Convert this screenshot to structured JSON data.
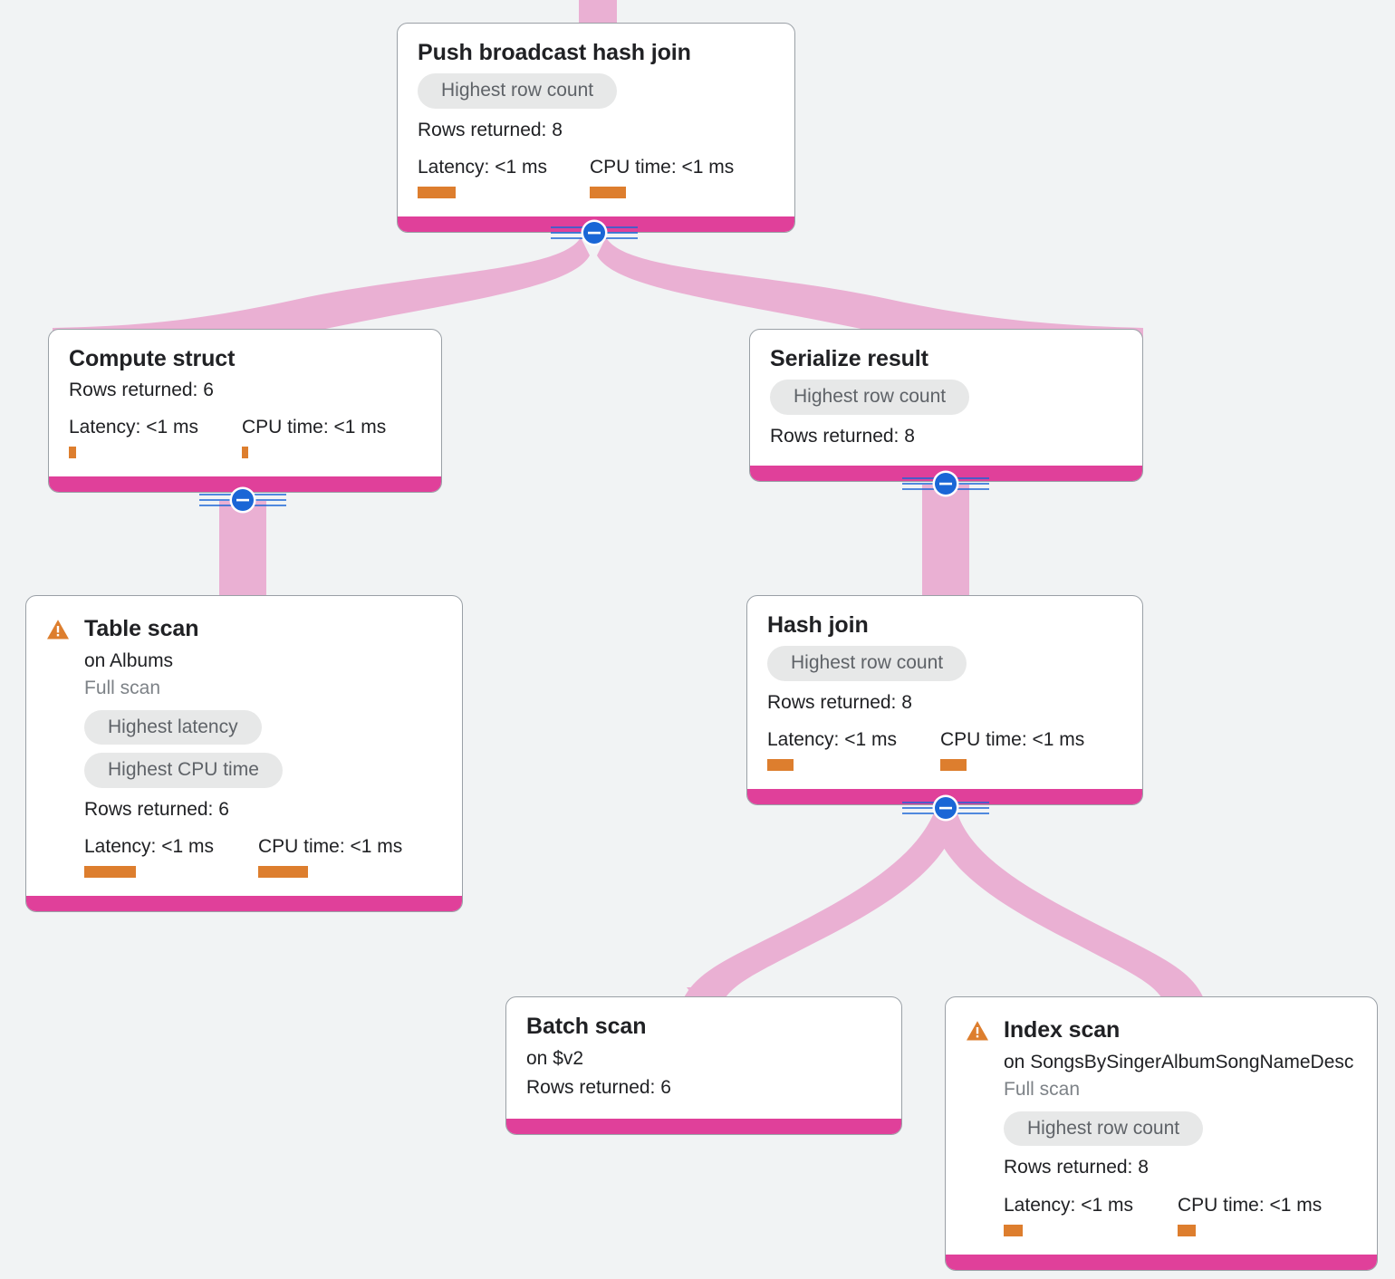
{
  "canvas": {
    "background_color": "#f1f3f4",
    "edge_color": "#eab0d3",
    "node_bar_color": "#e0409a",
    "metric_bar_color": "#dd7e2e",
    "chip_bg_color": "#e7e8e8",
    "connector_color": "#1a66d6",
    "warning_color": "#dd7e2e"
  },
  "labels": {
    "rows_prefix": "Rows returned:",
    "latency_label": "Latency:",
    "cpu_label": "CPU time:",
    "collapse_toggle": "collapse-toggle"
  },
  "nodes": [
    {
      "id": "push-broadcast-hash-join",
      "title": "Push broadcast hash join",
      "chips": [
        "Highest row count"
      ],
      "rows_returned": "Rows returned: 8",
      "latency": "Latency: <1 ms",
      "cpu_time": "CPU time: <1 ms",
      "latency_bar_width": 42,
      "cpu_bar_width": 40,
      "warning": false
    },
    {
      "id": "compute-struct",
      "title": "Compute struct",
      "chips": [],
      "rows_returned": "Rows returned: 6",
      "latency": "Latency: <1 ms",
      "cpu_time": "CPU time: <1 ms",
      "latency_bar_width": 8,
      "cpu_bar_width": 7,
      "warning": false
    },
    {
      "id": "serialize-result",
      "title": "Serialize result",
      "chips": [
        "Highest row count"
      ],
      "rows_returned": "Rows returned: 8",
      "latency": null,
      "cpu_time": null,
      "warning": false
    },
    {
      "id": "table-scan",
      "title": "Table scan",
      "target": "on Albums",
      "scan_type": "Full scan",
      "chips": [
        "Highest latency",
        "Highest CPU time"
      ],
      "rows_returned": "Rows returned: 6",
      "latency": "Latency: <1 ms",
      "cpu_time": "CPU time: <1 ms",
      "latency_bar_width": 57,
      "cpu_bar_width": 55,
      "warning": true
    },
    {
      "id": "hash-join",
      "title": "Hash join",
      "chips": [
        "Highest row count"
      ],
      "rows_returned": "Rows returned: 8",
      "latency": "Latency: <1 ms",
      "cpu_time": "CPU time: <1 ms",
      "latency_bar_width": 29,
      "cpu_bar_width": 29,
      "warning": false
    },
    {
      "id": "batch-scan",
      "title": "Batch scan",
      "target": "on $v2",
      "chips": [],
      "rows_returned": "Rows returned: 6",
      "latency": null,
      "cpu_time": null,
      "warning": false
    },
    {
      "id": "index-scan",
      "title": "Index scan",
      "target": "on SongsBySingerAlbumSongNameDesc",
      "scan_type": "Full scan",
      "chips": [
        "Highest row count"
      ],
      "rows_returned": "Rows returned: 8",
      "latency": "Latency: <1 ms",
      "cpu_time": "CPU time: <1 ms",
      "latency_bar_width": 21,
      "cpu_bar_width": 20,
      "warning": true
    }
  ],
  "edges": [
    {
      "from": "root-inlet",
      "to": "push-broadcast-hash-join"
    },
    {
      "from": "push-broadcast-hash-join",
      "to": "compute-struct"
    },
    {
      "from": "push-broadcast-hash-join",
      "to": "serialize-result"
    },
    {
      "from": "compute-struct",
      "to": "table-scan"
    },
    {
      "from": "serialize-result",
      "to": "hash-join"
    },
    {
      "from": "hash-join",
      "to": "batch-scan"
    },
    {
      "from": "hash-join",
      "to": "index-scan"
    }
  ]
}
